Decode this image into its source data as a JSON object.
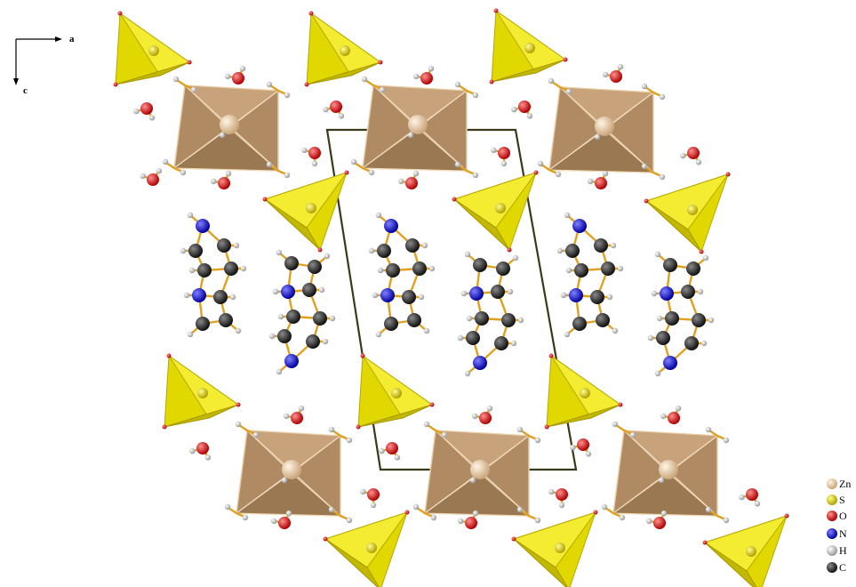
{
  "axes": {
    "a_label": "a",
    "c_label": "c"
  },
  "legend": [
    {
      "element": "Zn",
      "color": "#f0d2a8",
      "icon": "zinc-atom-icon"
    },
    {
      "element": "S",
      "color": "#f0e000",
      "icon": "sulfur-atom-icon"
    },
    {
      "element": "O",
      "color": "#e01010",
      "icon": "oxygen-atom-icon"
    },
    {
      "element": "N",
      "color": "#1010d0",
      "icon": "nitrogen-atom-icon"
    },
    {
      "element": "H",
      "color": "#d8d8d8",
      "icon": "hydrogen-atom-icon"
    },
    {
      "element": "C",
      "color": "#303030",
      "icon": "carbon-atom-icon"
    }
  ],
  "colors": {
    "zn_polyhedron": "#a8845c",
    "s_tetrahedron": "#d8d000",
    "bond": "#e0a020",
    "unit_cell": "#3a3a1a"
  }
}
